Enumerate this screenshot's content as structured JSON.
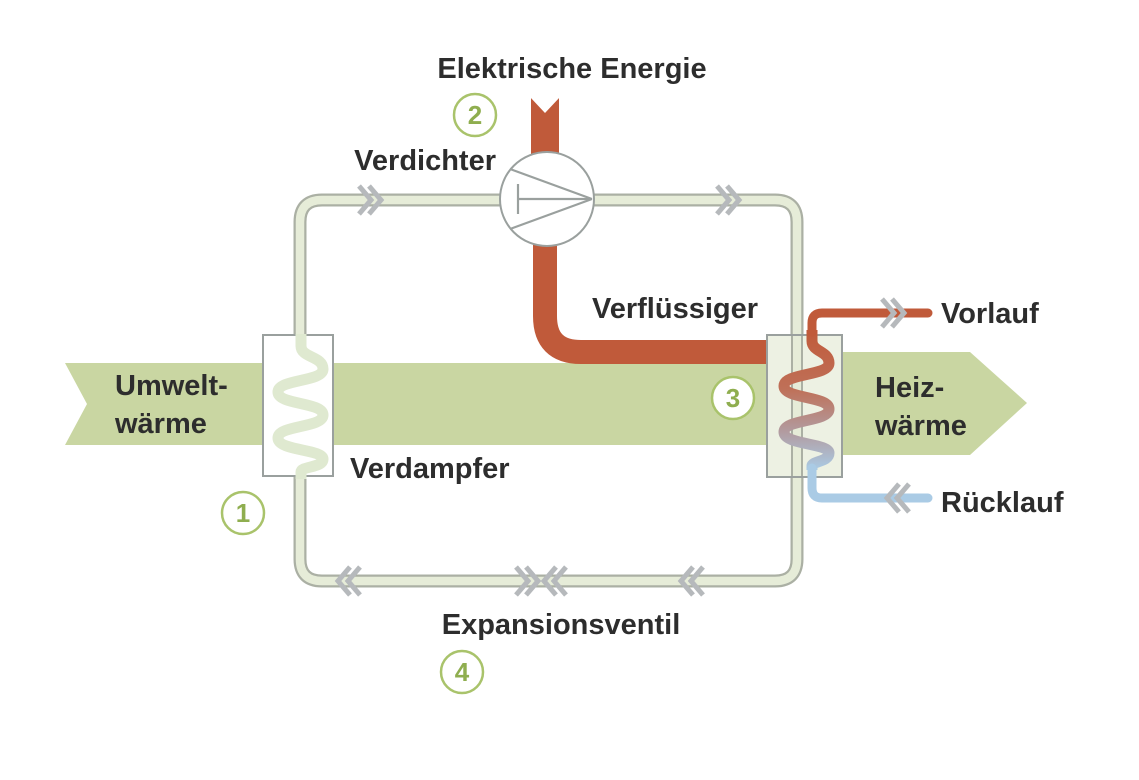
{
  "title": "Elektrische Energie",
  "components": {
    "verdichter": "Verdichter",
    "verfluessiger": "Verflüssiger",
    "verdampfer": "Verdampfer",
    "expansionsventil": "Expansionsventil"
  },
  "flows": {
    "umweltwaerme_line1": "Umwelt-",
    "umweltwaerme_line2": "wärme",
    "heizwaerme_line1": "Heiz-",
    "heizwaerme_line2": "wärme",
    "vorlauf": "Vorlauf",
    "ruecklauf": "Rücklauf"
  },
  "steps": [
    {
      "number": "1",
      "component": "Verdampfer"
    },
    {
      "number": "2",
      "component": "Verdichter"
    },
    {
      "number": "3",
      "component": "Verflüssiger"
    },
    {
      "number": "4",
      "component": "Expansionsventil"
    }
  ],
  "icons": {
    "flow_chevron_right": "»",
    "flow_chevron_left": "«"
  },
  "colors": {
    "hot_pipe": "#c05a3a",
    "cold_pipe": "#aacbe5",
    "heat_band": "#c9d6a2",
    "pipe_fill": "#e6ecd8",
    "pipe_border": "#abb0a4",
    "box_border": "#9aa09e",
    "evaporator_box_fill": "#ffffff",
    "condenser_box_fill": "#edf1e3",
    "evaporator_coil": "#dfe9d0",
    "chevron": "#b6b9bc",
    "step_circle_border": "#a9c36b",
    "step_number": "#8fae4f",
    "text": "#2d2d2d"
  }
}
